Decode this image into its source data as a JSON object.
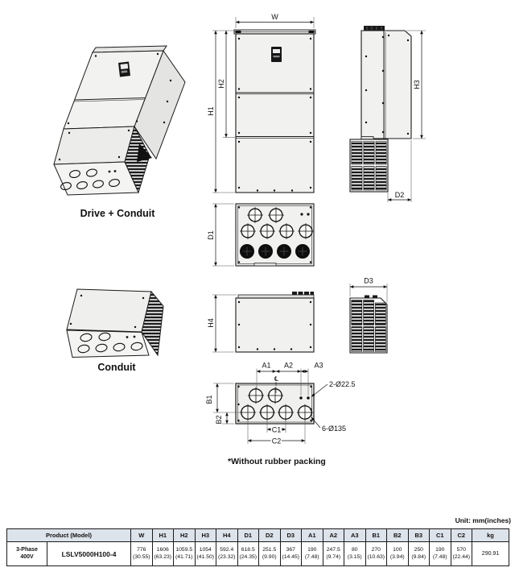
{
  "unit_note": "Unit: mm(inches)",
  "captions": {
    "drive_conduit": "Drive + Conduit",
    "conduit": "Conduit",
    "packing_note": "*Without rubber packing"
  },
  "dim_labels": {
    "w": "W",
    "h1": "H1",
    "h2": "H2",
    "h3": "H3",
    "h4": "H4",
    "d1": "D1",
    "d2": "D2",
    "d3": "D3",
    "a1": "A1",
    "a2": "A2",
    "a3": "A3",
    "b1": "B1",
    "b2": "B2",
    "c1": "C1",
    "c2": "C2",
    "holes_small": "2-Ø22.5",
    "holes_large": "6-Ø135",
    "centerline": "℄"
  },
  "table": {
    "product_header": "Product (Model)",
    "phase_line1": "3-Phase",
    "phase_line2": "400V",
    "model": "LSLV5000H100-4",
    "columns": [
      "W",
      "H1",
      "H2",
      "H3",
      "H4",
      "D1",
      "D2",
      "D3",
      "A1",
      "A2",
      "A3",
      "B1",
      "B2",
      "B3",
      "C1",
      "C2",
      "kg"
    ],
    "values_mm": [
      "776",
      "1606",
      "1059.5",
      "1054",
      "592.4",
      "618.5",
      "251.5",
      "367",
      "190",
      "247.5",
      "80",
      "270",
      "100",
      "250",
      "190",
      "570"
    ],
    "values_in": [
      "(30.55)",
      "(63.23)",
      "(41.71)",
      "(41.50)",
      "(23.32)",
      "(24.35)",
      "(9.90)",
      "(14.45)",
      "(7.48)",
      "(9.74)",
      "(3.15)",
      "(10.63)",
      "(3.94)",
      "(9.84)",
      "(7.48)",
      "(22.44)"
    ],
    "weight_kg": "290.91"
  }
}
